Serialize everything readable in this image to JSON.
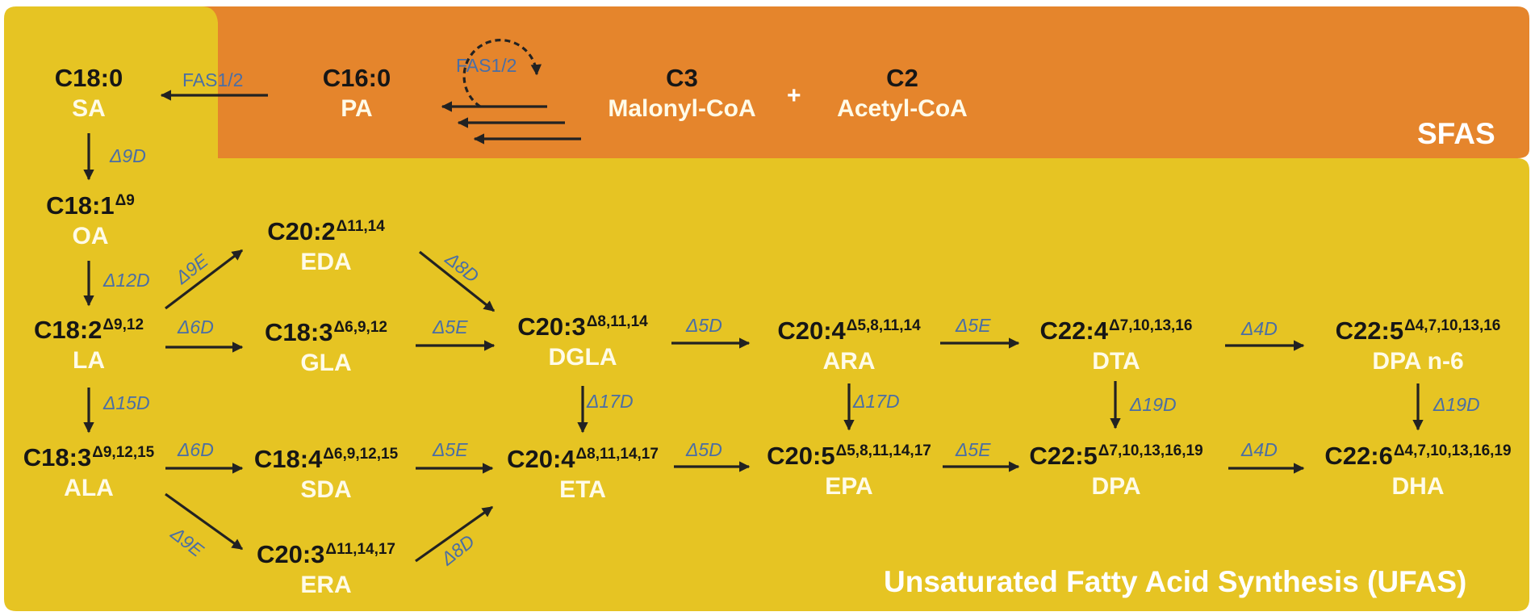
{
  "regions": {
    "sfas_label": "SFAS",
    "ufas_label": "Unsaturated Fatty Acid Synthesis (UFAS)"
  },
  "colors": {
    "sfas": "#e5852c",
    "ufas": "#e6c423",
    "formula": "#161616",
    "abbr": "#fffbe8",
    "enzyme": "#4a6ea5",
    "arrow": "#222222"
  },
  "plus_sign": "+",
  "nodes": {
    "sa": {
      "formula": "C18:0",
      "sup": "",
      "abbr": "SA"
    },
    "pa": {
      "formula": "C16:0",
      "sup": "",
      "abbr": "PA"
    },
    "c3": {
      "formula": "C3",
      "sup": "",
      "abbr": "Malonyl-CoA"
    },
    "c2": {
      "formula": "C2",
      "sup": "",
      "abbr": "Acetyl-CoA"
    },
    "oa": {
      "formula": "C18:1",
      "sup": "Δ9",
      "abbr": "OA"
    },
    "la": {
      "formula": "C18:2",
      "sup": "Δ9,12",
      "abbr": "LA"
    },
    "ala": {
      "formula": "C18:3",
      "sup": "Δ9,12,15",
      "abbr": "ALA"
    },
    "eda": {
      "formula": "C20:2",
      "sup": "Δ11,14",
      "abbr": "EDA"
    },
    "gla": {
      "formula": "C18:3",
      "sup": "Δ6,9,12",
      "abbr": "GLA"
    },
    "sda": {
      "formula": "C18:4",
      "sup": "Δ6,9,12,15",
      "abbr": "SDA"
    },
    "era": {
      "formula": "C20:3",
      "sup": "Δ11,14,17",
      "abbr": "ERA"
    },
    "dgla": {
      "formula": "C20:3",
      "sup": "Δ8,11,14",
      "abbr": "DGLA"
    },
    "eta": {
      "formula": "C20:4",
      "sup": "Δ8,11,14,17",
      "abbr": "ETA"
    },
    "ara": {
      "formula": "C20:4",
      "sup": "Δ5,8,11,14",
      "abbr": "ARA"
    },
    "epa": {
      "formula": "C20:5",
      "sup": "Δ5,8,11,14,17",
      "abbr": "EPA"
    },
    "dta": {
      "formula": "C22:4",
      "sup": "Δ7,10,13,16",
      "abbr": "DTA"
    },
    "dpa": {
      "formula": "C22:5",
      "sup": "Δ7,10,13,16,19",
      "abbr": "DPA"
    },
    "dpan6": {
      "formula": "C22:5",
      "sup": "Δ4,7,10,13,16",
      "abbr": "DPA n-6"
    },
    "dha": {
      "formula": "C22:6",
      "sup": "Δ4,7,10,13,16,19",
      "abbr": "DHA"
    }
  },
  "enzymes": {
    "fas_pa_sa": "FAS1/2",
    "fas_loop": "FAS1/2",
    "sa_oa": "Δ9D",
    "oa_la": "Δ12D",
    "la_ala": "Δ15D",
    "la_eda": "Δ9E",
    "la_gla": "Δ6D",
    "eda_dgla": "Δ8D",
    "gla_dgla": "Δ5E",
    "ala_sda": "Δ6D",
    "ala_era": "Δ9E",
    "sda_eta": "Δ5E",
    "era_eta": "Δ8D",
    "dgla_eta": "Δ17D",
    "dgla_ara": "Δ5D",
    "eta_epa": "Δ5D",
    "ara_epa": "Δ17D",
    "ara_dta": "Δ5E",
    "epa_dpa": "Δ5E",
    "dta_dpa": "Δ19D",
    "dta_dpan6": "Δ4D",
    "dpa_dha": "Δ4D",
    "dpan6_dha": "Δ19D"
  }
}
